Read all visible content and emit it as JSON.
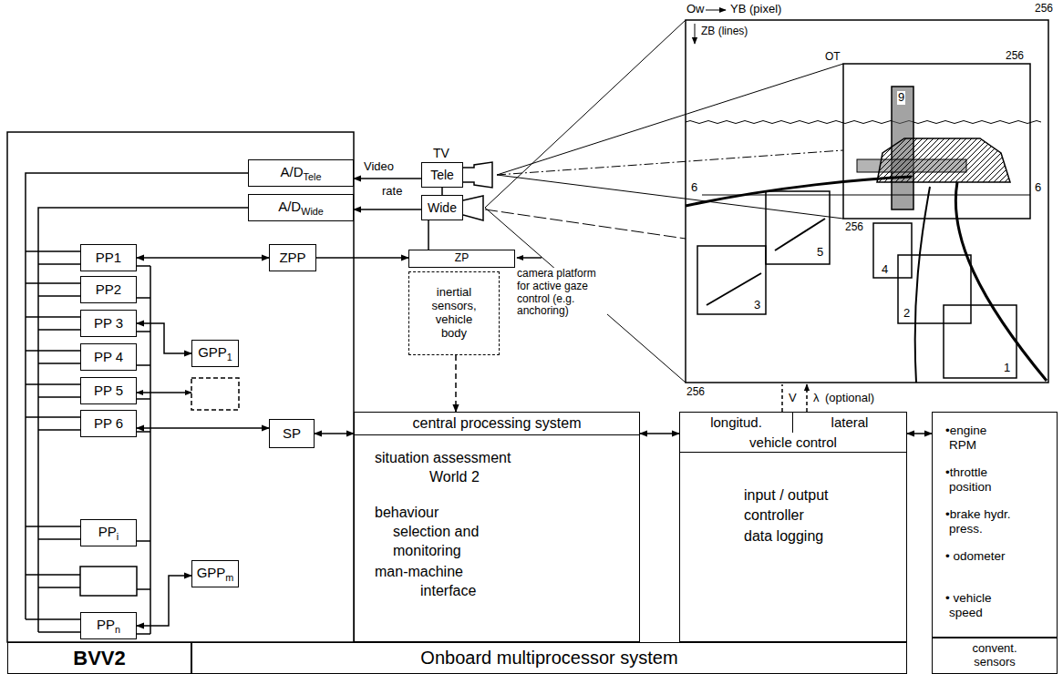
{
  "diagram": {
    "nodes": [
      {
        "text": [
          "A/D",
          "Tele"
        ]
      },
      {
        "text": [
          "A/D",
          "Wide"
        ]
      },
      {
        "text": [
          "Tele"
        ]
      },
      {
        "text": [
          "Wide"
        ]
      },
      {
        "text": [
          "PP1"
        ]
      },
      {
        "text": [
          "PP2"
        ]
      },
      {
        "text": [
          "PP 3"
        ]
      },
      {
        "text": [
          "PP 4"
        ]
      },
      {
        "text": [
          "PP 5"
        ]
      },
      {
        "text": [
          "PP 6"
        ]
      },
      {
        "text": [
          "PP",
          "i"
        ]
      },
      {
        "text": [
          "PP",
          "n"
        ]
      },
      {
        "text": [
          "ZPP"
        ]
      },
      {
        "text": [
          "GPP",
          "1"
        ]
      },
      {
        "text": [
          "GPP",
          "m"
        ]
      },
      {
        "text": [
          "SP"
        ]
      },
      {
        "text": [
          "ZP"
        ]
      },
      {
        "text": [
          "inertial sensors, vehicle body"
        ]
      },
      {
        "text": [
          "central processing system",
          "situation assessment World 2",
          "behaviour selection and monitoring",
          "man-machine interface"
        ]
      },
      {
        "text": [
          "longitud.",
          "lateral",
          "vehicle control",
          "input / output controller data logging"
        ]
      },
      {
        "text": [
          "•engine RPM",
          "•throttle position",
          "•brake hydr. press.",
          "• odometer",
          "• vehicle speed"
        ]
      },
      {
        "text": [
          "convent. sensors"
        ]
      },
      {
        "text": [
          "BVV2"
        ]
      },
      {
        "text": [
          "Onboard multiprocessor system"
        ]
      }
    ],
    "edges": [
      {
        "from": 2,
        "to": 0,
        "arrow": "to"
      },
      {
        "from": 3,
        "to": 1,
        "arrow": "to"
      },
      {
        "from": 4,
        "to": 12,
        "arrow": "both"
      },
      {
        "from": 12,
        "to": 16,
        "arrow": "to"
      },
      {
        "from": 6,
        "to": 13,
        "arrow": "both"
      },
      {
        "from": 9,
        "to": 15,
        "arrow": "both"
      },
      {
        "from": 11,
        "to": 14,
        "arrow": "both"
      },
      {
        "from": 15,
        "to": 18,
        "arrow": "both"
      },
      {
        "from": 17,
        "to": 18,
        "arrow": "to"
      },
      {
        "from": 18,
        "to": 19,
        "arrow": "both"
      },
      {
        "from": 19,
        "to": 20,
        "arrow": "both"
      }
    ],
    "labels": [
      "TV",
      "Video",
      "rate",
      "camera platform for active gaze control (e.g. anchoring)",
      "Ow",
      "YB (pixel)",
      "256",
      "ZB (lines)",
      "OT",
      "256",
      "256",
      "9",
      "6",
      "6",
      "5",
      "4",
      "3",
      "2",
      "1",
      "256",
      "V",
      "λ",
      "(optional)"
    ]
  }
}
